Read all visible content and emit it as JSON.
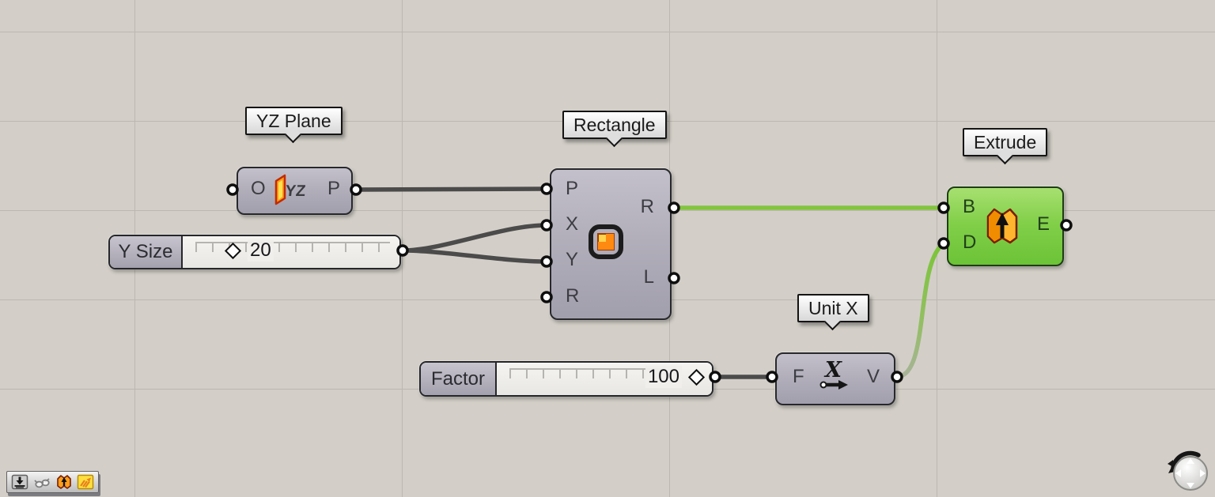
{
  "app": {
    "name": "Grasshopper canvas"
  },
  "canvas": {
    "background": "#d3cfc8",
    "grid_line": "#bcb8b1"
  },
  "callouts": {
    "yz_plane": "YZ Plane",
    "rectangle": "Rectangle",
    "unit_x": "Unit X",
    "extrude": "Extrude"
  },
  "components": {
    "yz_plane": {
      "inputs": [
        "O"
      ],
      "outputs": [
        "P"
      ],
      "icon": "yz-plane-icon"
    },
    "rectangle": {
      "inputs": [
        "P",
        "X",
        "Y",
        "R"
      ],
      "outputs": [
        "R",
        "L"
      ],
      "icon": "rectangle-icon"
    },
    "unit_x": {
      "inputs": [
        "F"
      ],
      "outputs": [
        "V"
      ],
      "icon": "unit-x-icon"
    },
    "extrude": {
      "inputs": [
        "B",
        "D"
      ],
      "outputs": [
        "E"
      ],
      "icon": "extrude-icon",
      "selected": true
    }
  },
  "sliders": {
    "y_size": {
      "label": "Y Size",
      "value": "20"
    },
    "factor": {
      "label": "Factor",
      "value": "100"
    }
  },
  "colors": {
    "selected_component": "#7ccb43",
    "component_gray": "#b2afbb",
    "wire_default": "#4b4b4b",
    "wire_selected": "#82c43e",
    "icon_orange": "#ff9a1e"
  },
  "toolbar": {
    "icons": [
      "place-on-canvas-icon",
      "preview-glasses-icon",
      "extrude-tool-icon",
      "sketch-tool-icon"
    ]
  },
  "widgets": {
    "compass": "canvas-compass"
  }
}
